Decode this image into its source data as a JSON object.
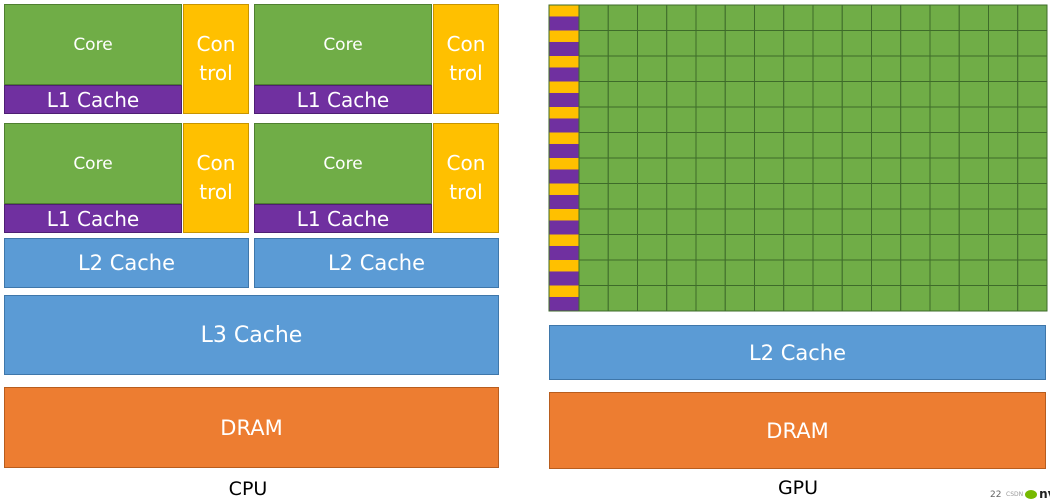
{
  "cpu": {
    "label": "CPU",
    "core_label": "Core",
    "control_line1": "Con",
    "control_line2": "trol",
    "l1_label": "L1 Cache",
    "l2_label": "L2 Cache",
    "l3_label": "L3 Cache",
    "dram_label": "DRAM"
  },
  "gpu": {
    "label": "GPU",
    "l2_label": "L2 Cache",
    "dram_label": "DRAM",
    "core_grid_rows": 12,
    "core_grid_cols": 16
  },
  "footer": {
    "page_number": "22",
    "watermark": "CSDN"
  },
  "colors": {
    "core": "#70ad47",
    "l1": "#7030a0",
    "control": "#ffc000",
    "cache": "#5b9bd5",
    "dram": "#ed7d31"
  }
}
